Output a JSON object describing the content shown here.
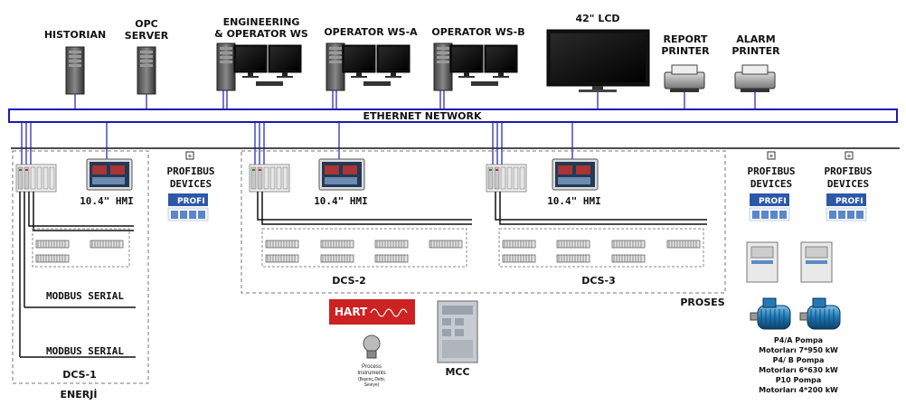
{
  "top_devices": {
    "historian": "HISTORIAN",
    "opc_server_1": "OPC",
    "opc_server_2": "SERVER",
    "eng_ws_1": "ENGINEERING",
    "eng_ws_2": "& OPERATOR WS",
    "op_ws_a": "OPERATOR WS-A",
    "op_ws_b": "OPERATOR WS-B",
    "lcd": "42\" LCD",
    "report_printer_1": "REPORT",
    "report_printer_2": "PRINTER",
    "alarm_printer_1": "ALARM",
    "alarm_printer_2": "PRINTER"
  },
  "network": {
    "label": "ETHERNET NETWORK"
  },
  "hmi": {
    "label": "10.4\" HMI"
  },
  "profibus": {
    "line1": "PROFIBUS",
    "line2": "DEVICES",
    "logo": "PROFI"
  },
  "dcs": {
    "dcs1": "DCS-1",
    "dcs2": "DCS-2",
    "dcs3": "DCS-3"
  },
  "zones": {
    "enerji": "ENERJİ",
    "proses": "PROSES"
  },
  "modbus": {
    "label": "MODBUS SERIAL"
  },
  "hart": {
    "logo": "HART",
    "caption_1": "Process",
    "caption_2": "Instruments",
    "caption_3": "(Basınç,Debi,",
    "caption_4": "Seviye)"
  },
  "mcc": {
    "label": "MCC"
  },
  "pumps": {
    "line1": "P4/A Pompa",
    "line2": "Motorları 7*950 kW",
    "line3": "P4/ B Pompa",
    "line4": "Motorları 6*630 kW",
    "line5": "P10 Pompa",
    "line6": "Motorları 4*200 kW"
  },
  "colors": {
    "network": "#1b1bb0",
    "bus": "#111111",
    "hart": "#cc2222",
    "pumps": "#2a7fb8"
  }
}
